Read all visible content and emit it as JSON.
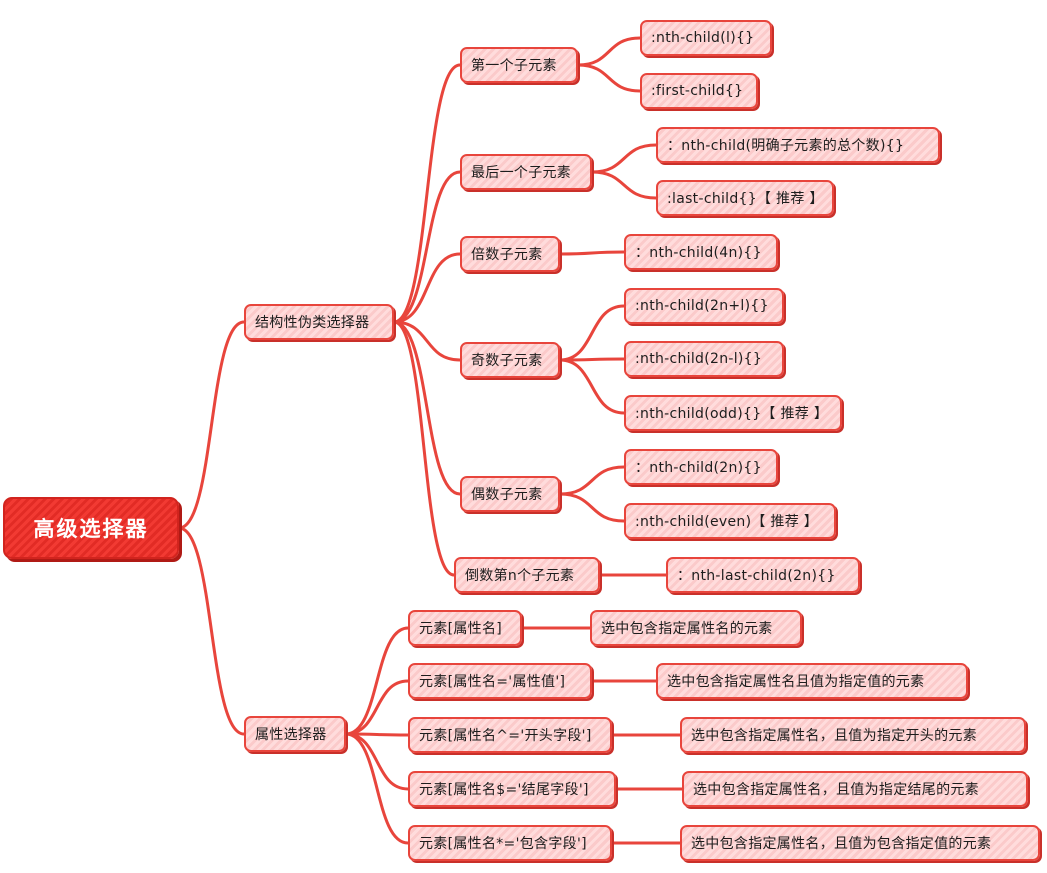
{
  "root": {
    "label": "高级选择器"
  },
  "branches": {
    "structural": {
      "label": "结构性伪类选择器",
      "groups": [
        {
          "label": "第一个子元素",
          "items": [
            ":nth-child(l){}",
            ":first-child{}"
          ]
        },
        {
          "label": "最后一个子元素",
          "items": [
            "：nth-child(明确子元素的总个数){}",
            ":last-child{}【 推荐 】"
          ]
        },
        {
          "label": "倍数子元素",
          "items": [
            "：nth-child(4n){}"
          ]
        },
        {
          "label": "奇数子元素",
          "items": [
            ":nth-child(2n+l){}",
            ":nth-child(2n-l){}",
            ":nth-child(odd){}【 推荐 】"
          ]
        },
        {
          "label": "偶数子元素",
          "items": [
            "：nth-child(2n){}",
            ":nth-child(even)【 推荐 】"
          ]
        },
        {
          "label": "倒数第n个子元素",
          "items": [
            "：nth-last-child(2n){}"
          ]
        }
      ]
    },
    "attribute": {
      "label": "属性选择器",
      "groups": [
        {
          "label": "元素[属性名]",
          "items": [
            "选中包含指定属性名的元素"
          ]
        },
        {
          "label": "元素[属性名='属性值']",
          "items": [
            "选中包含指定属性名且值为指定值的元素"
          ]
        },
        {
          "label": "元素[属性名^='开头字段']",
          "items": [
            "选中包含指定属性名，且值为指定开头的元素"
          ]
        },
        {
          "label": "元素[属性名$='结尾字段']",
          "items": [
            "选中包含指定属性名，且值为指定结尾的元素"
          ]
        },
        {
          "label": "元素[属性名*='包含字段']",
          "items": [
            "选中包含指定属性名，且值为包含指定值的元素"
          ]
        }
      ]
    }
  },
  "colors": {
    "edge": "#e8453c",
    "node_fill": "#fcd2d2",
    "node_border": "#e8453c",
    "root_fill": "#ee322c",
    "root_text": "#ffffff"
  }
}
